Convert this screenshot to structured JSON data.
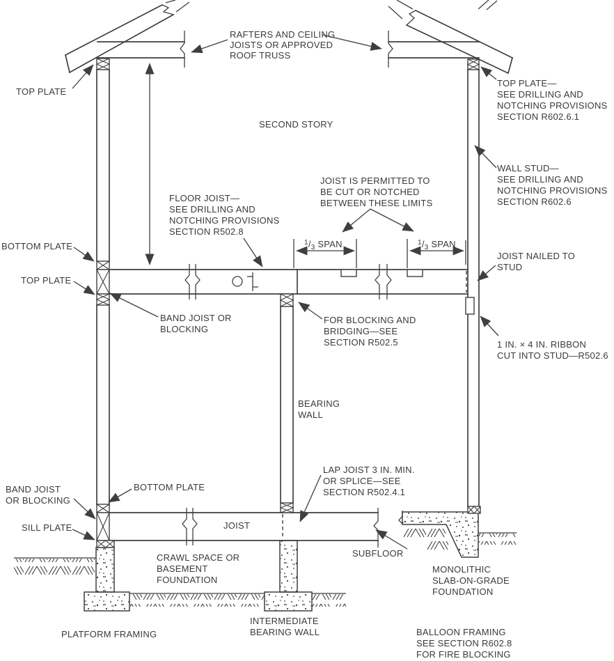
{
  "colors": {
    "line": "#3f3f3f",
    "text": "#3a3a3a",
    "background": "#ffffff"
  },
  "labels": {
    "rafters": {
      "lines": [
        "RAFTERS AND CEILING",
        "JOISTS OR APPROVED",
        "ROOF TRUSS"
      ]
    },
    "top_plate_left": {
      "lines": [
        "TOP PLATE"
      ]
    },
    "top_plate_right": {
      "lines": [
        "TOP PLATE—",
        "SEE DRILLING AND",
        "NOTCHING PROVISIONS",
        "SECTION R602.6.1"
      ]
    },
    "second_story": {
      "lines": [
        "SECOND STORY"
      ]
    },
    "wall_stud": {
      "lines": [
        "WALL STUD—",
        "SEE DRILLING AND",
        "NOTCHING PROVISIONS",
        "SECTION R602.6"
      ]
    },
    "floor_joist": {
      "lines": [
        "FLOOR JOIST—",
        "SEE DRILLING AND",
        "NOTCHING PROVISIONS",
        "SECTION R502.8"
      ]
    },
    "joist_permitted": {
      "lines": [
        "JOIST IS PERMITTED TO",
        "BE CUT OR NOTCHED",
        "BETWEEN THESE LIMITS"
      ]
    },
    "span_dim": {
      "numerator": "1",
      "slash": "/",
      "denominator": "3",
      "text": " SPAN"
    },
    "joist_nailed": {
      "lines": [
        "JOIST NAILED TO",
        "STUD"
      ]
    },
    "bottom_plate_2f": {
      "lines": [
        "BOTTOM PLATE"
      ]
    },
    "top_plate_2f": {
      "lines": [
        "TOP PLATE"
      ]
    },
    "band_joist_2f": {
      "lines": [
        "BAND JOIST OR",
        "BLOCKING"
      ]
    },
    "blocking_bridging": {
      "lines": [
        "FOR BLOCKING AND",
        "BRIDGING—SEE",
        "SECTION R502.5"
      ]
    },
    "bearing_wall": {
      "lines": [
        "BEARING",
        "WALL"
      ]
    },
    "ribbon": {
      "lines": [
        "1 IN. × 4 IN. RIBBON",
        "CUT INTO STUD—R502.6"
      ]
    },
    "band_joist_1f": {
      "lines": [
        "BAND JOIST",
        "OR BLOCKING"
      ]
    },
    "bottom_plate_1f": {
      "lines": [
        "BOTTOM PLATE"
      ]
    },
    "sill_plate": {
      "lines": [
        "SILL PLATE"
      ]
    },
    "crawl_space": {
      "lines": [
        "CRAWL SPACE OR",
        "BASEMENT",
        "FOUNDATION"
      ]
    },
    "joist": {
      "lines": [
        "JOIST"
      ]
    },
    "lap_joist": {
      "lines": [
        "LAP JOIST 3 IN. MIN.",
        "OR SPLICE—SEE",
        "SECTION R502.4.1"
      ]
    },
    "subfloor": {
      "lines": [
        "SUBFLOOR"
      ]
    },
    "monolithic": {
      "lines": [
        "MONOLITHIC",
        "SLAB-ON-GRADE",
        "FOUNDATION"
      ]
    },
    "platform_framing": {
      "lines": [
        "PLATFORM FRAMING"
      ]
    },
    "intermediate_bearing_wall": {
      "lines": [
        "INTERMEDIATE",
        "BEARING WALL"
      ]
    },
    "balloon_framing": {
      "lines": [
        "BALLOON FRAMING",
        "SEE SECTION R602.8",
        "FOR FIRE BLOCKING"
      ]
    }
  }
}
